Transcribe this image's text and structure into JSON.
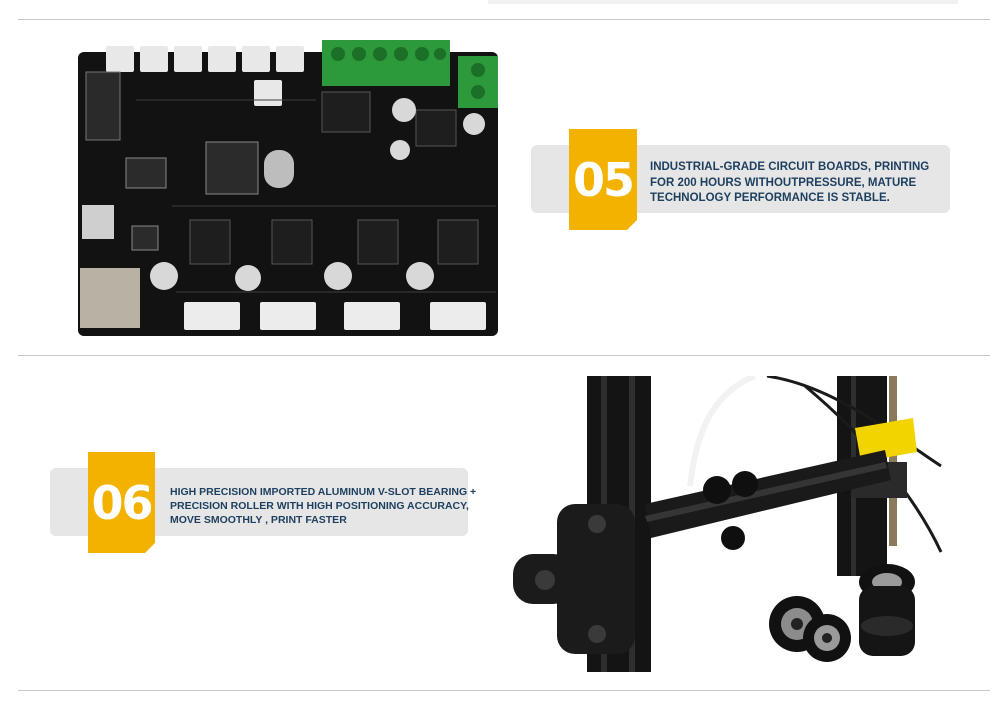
{
  "features": [
    {
      "number": "05",
      "lines": [
        "INDUSTRIAL-GRADE CIRCUIT BOARDS, PRINTING",
        "FOR 200 HOURS WITHOUTPRESSURE, MATURE",
        "TECHNOLOGY PERFORMANCE IS STABLE."
      ],
      "image_icon": "circuit-board-photo"
    },
    {
      "number": "06",
      "lines": [
        "HIGH PRECISION IMPORTED ALUMINUM V-SLOT BEARING +",
        "PRECISION ROLLER WITH HIGH POSITIONING ACCURACY,",
        "MOVE SMOOTHLY , PRINT FASTER"
      ],
      "image_icon": "v-slot-bearing-photo"
    }
  ],
  "colors": {
    "accent": "#f4b200",
    "panel": "#e6e6e6",
    "text": "#1d3f5f",
    "divider": "#c9c9c9"
  }
}
